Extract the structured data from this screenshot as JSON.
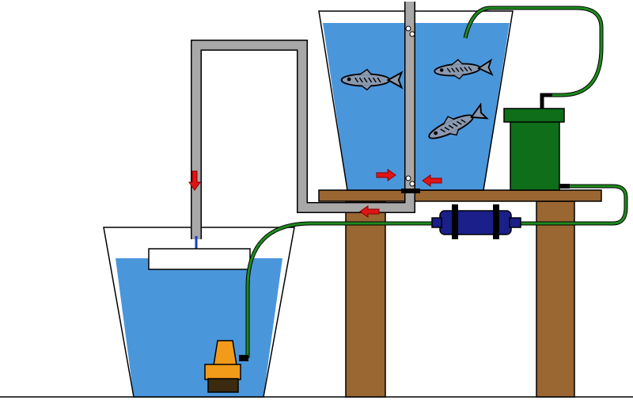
{
  "diagram": {
    "components": {
      "ground": "ground-line",
      "sump_bucket": "sump-bucket",
      "fish_tank": "fish-tank",
      "table": "wooden-table",
      "float": "floating-skimmer",
      "pump": "submersible-pump",
      "canister_filter": "canister-filter",
      "uv_sterilizer": "inline-uv-sterilizer",
      "standpipe": "gray-overflow-pipe",
      "return_hose": "green-return-hose",
      "air_bubbles": "air-bubbles"
    },
    "fish_count": 3,
    "flow_arrow_count": 4,
    "colors": {
      "water": "#4a96db",
      "pipe": "#a8a8a8",
      "hose": "#1f8a1f",
      "wood": "#9a6632",
      "filter": "#0f6e1a",
      "uv": "#1a1f8a",
      "pump_body": "#f29a1a",
      "pump_base": "#3b2a10",
      "arrow": "#e01414",
      "outline": "#000000"
    }
  }
}
